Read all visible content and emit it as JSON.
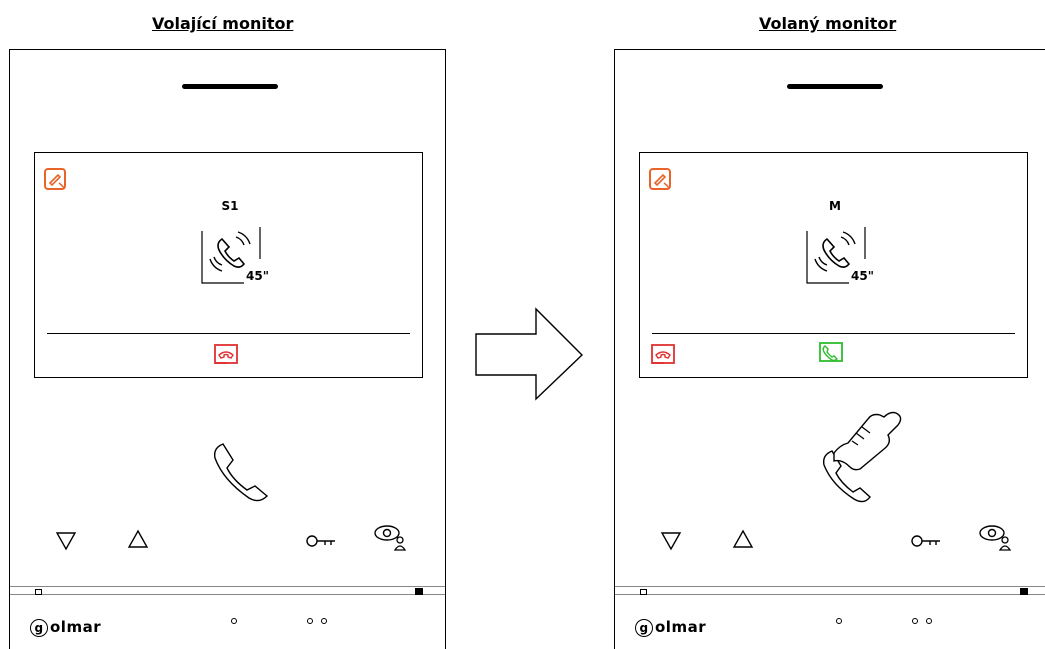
{
  "left": {
    "title": "Volající monitor",
    "caller_label": "S1",
    "timer": "45\"",
    "bottom_buttons": [
      "hangup"
    ],
    "hand_pressing": false
  },
  "right": {
    "title": "Volaný monitor",
    "caller_label": "M",
    "timer": "45\"",
    "bottom_buttons": [
      "hangup",
      "answer"
    ],
    "hand_pressing": true
  },
  "logo": "olmar",
  "logo_initial": "g",
  "colors": {
    "orange": "#e8642a",
    "red": "#e03030",
    "green": "#2ebd2e",
    "line": "#000000"
  },
  "icons": [
    "edit-phone-icon",
    "ringing-phone-icon",
    "hangup-icon",
    "answer-icon",
    "handset-icon",
    "down-triangle-icon",
    "up-triangle-icon",
    "key-icon",
    "eye-user-icon",
    "hand-icon",
    "arrow-right-icon"
  ]
}
